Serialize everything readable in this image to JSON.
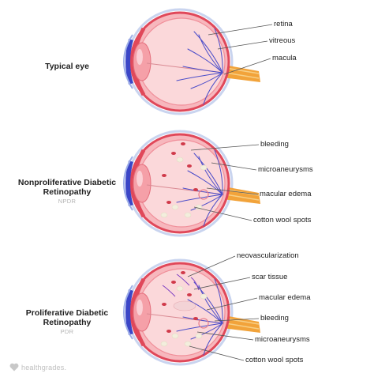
{
  "brand": {
    "logo_text": "healthgrades.",
    "icon": "heart-icon",
    "logo_color": "#c8c8c8"
  },
  "colors": {
    "eye_wall": "#e0485a",
    "eye_fill": "#f7b7bd",
    "vitreous_fill": "#fbd8da",
    "iris": "#3b46c7",
    "lens": "#f5a0a8",
    "vessel": "#4a4cc9",
    "optic_nerve": "#f2a33a",
    "outer_ring": "#c9d4ef",
    "hemorrhage": "#d03a4a",
    "cotton_wool": "#f3eedd",
    "leader_line": "#555555"
  },
  "stages": [
    {
      "title": "Typical eye",
      "abbr": "",
      "callouts": [
        "retina",
        "vitreous",
        "macula"
      ]
    },
    {
      "title": "Nonproliferative Diabetic Retinopathy",
      "abbr": "NPDR",
      "callouts": [
        "bleeding",
        "microaneurysms",
        "macular edema",
        "cotton wool spots"
      ]
    },
    {
      "title": "Proliferative Diabetic Retinopathy",
      "abbr": "PDR",
      "callouts": [
        "neovascularization",
        "scar tissue",
        "macular edema",
        "bleeding",
        "microaneurysms",
        "cotton wool spots"
      ]
    }
  ]
}
